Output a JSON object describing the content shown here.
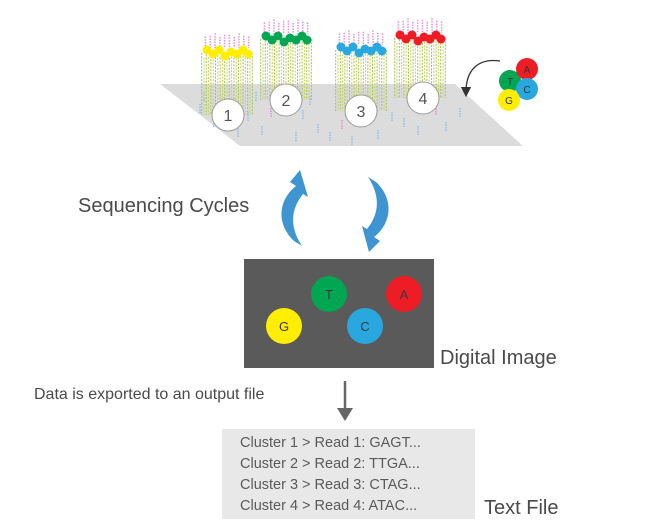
{
  "labels": {
    "sequencing_cycles": "Sequencing Cycles",
    "digital_image": "Digital Image",
    "export_note": "Data is exported to an output file",
    "text_file": "Text File"
  },
  "clusters": [
    {
      "number": "1",
      "color": "#ffee00"
    },
    {
      "number": "2",
      "color": "#00a651"
    },
    {
      "number": "3",
      "color": "#29a8e0"
    },
    {
      "number": "4",
      "color": "#ee1c25"
    }
  ],
  "nucleotide_legend": [
    {
      "letter": "T",
      "color": "#00a651"
    },
    {
      "letter": "A",
      "color": "#ee1c25"
    },
    {
      "letter": "C",
      "color": "#29a8e0"
    },
    {
      "letter": "G",
      "color": "#ffee00"
    }
  ],
  "digital_image_spots": [
    {
      "letter": "T",
      "color": "#00a651"
    },
    {
      "letter": "A",
      "color": "#ee1c25"
    },
    {
      "letter": "G",
      "color": "#ffee00"
    },
    {
      "letter": "C",
      "color": "#29a8e0"
    }
  ],
  "reads": [
    "Cluster 1 > Read 1: GAGT...",
    "Cluster 2 > Read 2: TTGA...",
    "Cluster 3 > Read 3: CTAG...",
    "Cluster 4 > Read 4: ATAC..."
  ],
  "colors": {
    "flowcell": "#dcdcdc",
    "image_background": "#5a5a5a",
    "cycle_arrows": "#3e95d1",
    "strand_pink": "#e88fd2",
    "strand_blue": "#8cc2ea",
    "export_arrow": "#666666"
  }
}
